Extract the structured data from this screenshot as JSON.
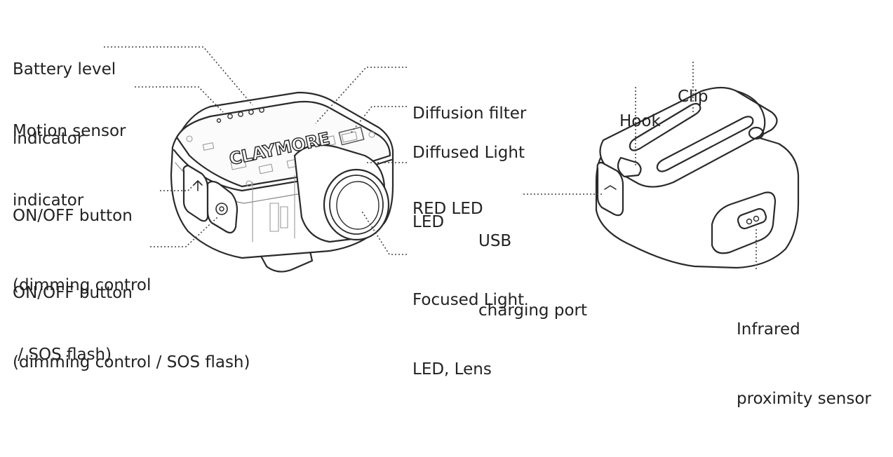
{
  "brand_logo": "CLAYMORE",
  "left_device_labels": {
    "battery_level_indicator": [
      "Battery level",
      "indicator"
    ],
    "motion_sensor_indicator": [
      "Motion sensor",
      "indicator"
    ],
    "onoff_button_1": [
      "ON/OFF button",
      "(dimming control",
      " / SOS flash)"
    ],
    "onoff_button_2": [
      "ON/OFF button",
      "(dimming control / SOS flash)"
    ],
    "diffusion_filter": [
      "Diffusion filter"
    ],
    "diffused_light_led": [
      "Diffused Light",
      "LED"
    ],
    "red_led": [
      "RED LED"
    ],
    "focused_light_led": [
      "Focused Light",
      "LED, Lens"
    ]
  },
  "right_device_labels": {
    "clip": [
      "Clip"
    ],
    "hook": [
      "Hook"
    ],
    "usb_charging_port": [
      "USB",
      "charging port"
    ],
    "infrared_proximity_sensor": [
      "Infrared",
      "proximity sensor"
    ]
  },
  "colors": {
    "ink": "#222222",
    "leader": "#444444",
    "background": "#ffffff"
  }
}
